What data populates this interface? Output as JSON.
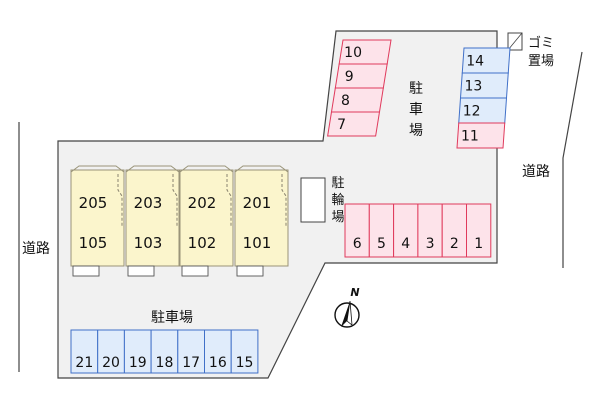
{
  "labels": {
    "road_left": "道路",
    "road_right": "道路",
    "garbage": "ゴミ置場",
    "bike_parking": "駐輪場",
    "parking_top": "駐車場",
    "parking_bottom": "駐車場",
    "north": "N"
  },
  "units": [
    {
      "upper": "205",
      "lower": "105"
    },
    {
      "upper": "203",
      "lower": "103"
    },
    {
      "upper": "202",
      "lower": "102"
    },
    {
      "upper": "201",
      "lower": "101"
    }
  ],
  "parking": {
    "top_left": [
      "10",
      "9",
      "8",
      "7"
    ],
    "top_right": [
      "14",
      "13",
      "12",
      "11"
    ],
    "middle": [
      "6",
      "5",
      "4",
      "3",
      "2",
      "1"
    ],
    "bottom": [
      "21",
      "20",
      "19",
      "18",
      "17",
      "16",
      "15"
    ]
  },
  "colors": {
    "lot_fill": "#f1f1f1",
    "lot_stroke": "#444444",
    "building_fill": "#fbf5cc",
    "building_stroke": "#9a9479",
    "pink_fill": "#fde3ea",
    "pink_stroke": "#e03a5c",
    "blue_fill": "#e0ecfb",
    "blue_stroke": "#4070c8",
    "text": "#111111"
  }
}
